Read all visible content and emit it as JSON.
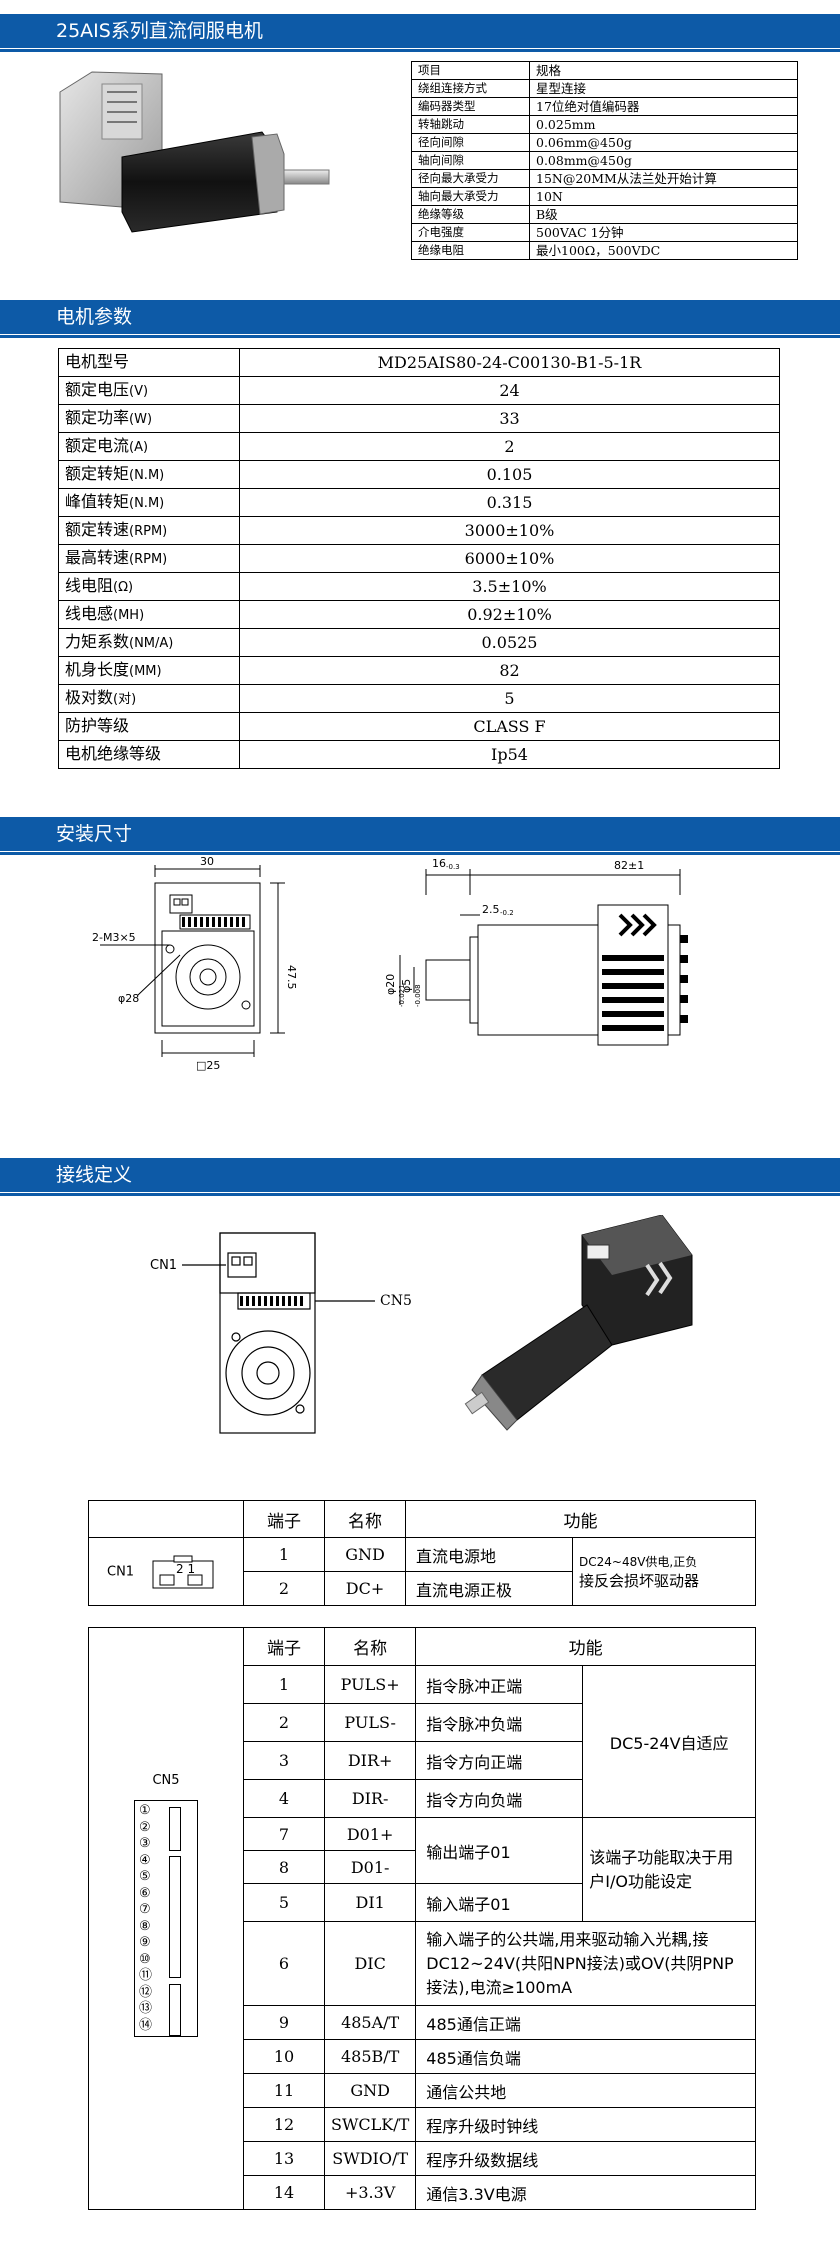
{
  "header": {
    "title": "25AIS系列直流伺服电机",
    "motor_params": "电机参数",
    "install_dims": "安装尺寸",
    "wiring": "接线定义"
  },
  "spec_table": [
    [
      "项目",
      "规格"
    ],
    [
      "绕组连接方式",
      "星型连接"
    ],
    [
      "编码器类型",
      "17位绝对值编码器"
    ],
    [
      "转轴跳动",
      "0.025mm"
    ],
    [
      "径向间隙",
      "0.06mm@450g"
    ],
    [
      "轴向间隙",
      "0.08mm@450g"
    ],
    [
      "径向最大承受力",
      "15N@20MM从法兰处开始计算"
    ],
    [
      "轴向最大承受力",
      "10N"
    ],
    [
      "绝缘等级",
      "B级"
    ],
    [
      "介电强度",
      "500VAC 1分钟"
    ],
    [
      "绝缘电阻",
      "最小100Ω，500VDC"
    ]
  ],
  "params": [
    {
      "k": "电机型号",
      "u": "",
      "v": "MD25AIS80-24-C00130-B1-5-1R"
    },
    {
      "k": "额定电压",
      "u": "(V)",
      "v": "24"
    },
    {
      "k": "额定功率",
      "u": "(W)",
      "v": "33"
    },
    {
      "k": "额定电流",
      "u": "(A)",
      "v": "2"
    },
    {
      "k": "额定转矩",
      "u": "(N.M)",
      "v": "0.105"
    },
    {
      "k": "峰值转矩",
      "u": "(N.M)",
      "v": "0.315"
    },
    {
      "k": "额定转速",
      "u": "(RPM)",
      "v": "3000±10%"
    },
    {
      "k": "最高转速",
      "u": "(RPM)",
      "v": "6000±10%"
    },
    {
      "k": "线电阻",
      "u": "(Ω)",
      "v": "3.5±10%"
    },
    {
      "k": "线电感",
      "u": "(MH)",
      "v": "0.92±10%"
    },
    {
      "k": "力矩系数",
      "u": "(NM/A)",
      "v": "0.0525"
    },
    {
      "k": "机身长度",
      "u": "(MM)",
      "v": "82"
    },
    {
      "k": "极对数",
      "u": "(对)",
      "v": "5"
    },
    {
      "k": "防护等级",
      "u": "",
      "v": "CLASS F"
    },
    {
      "k": "电机绝缘等级",
      "u": "",
      "v": "Ip54"
    }
  ],
  "dims": {
    "w30": "30",
    "h47": "47.5",
    "m3": "2-M3×5",
    "d28": "φ28",
    "sq25": "□25",
    "l16": "16",
    "l16tol": "-0.3",
    "l25": "2.5",
    "l25tol": "-0.2",
    "l82": "82±1",
    "d20": "φ20",
    "d20tol": "-0.021",
    "d5": "φ5",
    "d5tol": "-0.008"
  },
  "wiring_labels": {
    "cn1": "CN1",
    "cn5": "CN5",
    "cn1_pins": "2 1"
  },
  "cn1_table": {
    "headers": [
      "端子",
      "名称",
      "功能"
    ],
    "connector": "CN1",
    "rows": [
      {
        "pin": "1",
        "name": "GND",
        "func": "直流电源地"
      },
      {
        "pin": "2",
        "name": "DC+",
        "func": "直流电源正极"
      }
    ],
    "note1": "DC24~48V供电,正负",
    "note2": "接反会损坏驱动器"
  },
  "cn5_table": {
    "headers": [
      "端子",
      "名称",
      "功能"
    ],
    "connector": "CN5",
    "pins": [
      "①",
      "②",
      "③",
      "④",
      "⑤",
      "⑥",
      "⑦",
      "⑧",
      "⑨",
      "⑩",
      "⑪",
      "⑫",
      "⑬",
      "⑭"
    ],
    "rows": [
      {
        "pin": "1",
        "name": "PULS+",
        "func": "指令脉冲正端"
      },
      {
        "pin": "2",
        "name": "PULS-",
        "func": "指令脉冲负端"
      },
      {
        "pin": "3",
        "name": "DIR+",
        "func": "指令方向正端"
      },
      {
        "pin": "4",
        "name": "DIR-",
        "func": "指令方向负端"
      },
      {
        "pin": "7",
        "name": "D01+",
        "func": "输出端子01"
      },
      {
        "pin": "8",
        "name": "D01-",
        "func": ""
      },
      {
        "pin": "5",
        "name": "DI1",
        "func": "输入端子01"
      },
      {
        "pin": "6",
        "name": "DIC",
        "func": "输入端子的公共端,用来驱动输入光耦,接DC12~24V(共阳NPN接法)或OV(共阴PNP接法),电流≥100mA"
      },
      {
        "pin": "9",
        "name": "485A/T",
        "func": "485通信正端"
      },
      {
        "pin": "10",
        "name": "485B/T",
        "func": "485通信负端"
      },
      {
        "pin": "11",
        "name": "GND",
        "func": "通信公共地"
      },
      {
        "pin": "12",
        "name": "SWCLK/T",
        "func": "程序升级时钟线"
      },
      {
        "pin": "13",
        "name": "SWDIO/T",
        "func": "程序升级数据线"
      },
      {
        "pin": "14",
        "name": "+3.3V",
        "func": "通信3.3V电源"
      }
    ],
    "note_dc": "DC5-24V自适应",
    "note_io": "该端子功能取决于用户I/O功能设定"
  },
  "colors": {
    "bar": "#0d5aa7",
    "motor_body": "#1a1a1a",
    "encoder": "#c9c9c9"
  }
}
